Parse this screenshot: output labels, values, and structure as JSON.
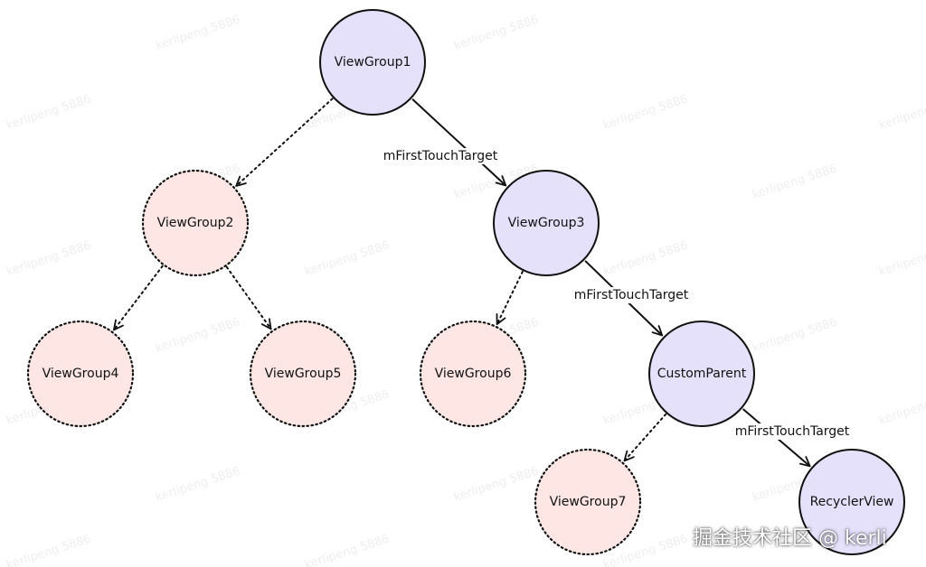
{
  "colors": {
    "active_fill": "#e6e1fb",
    "inactive_fill": "#fde6e3",
    "stroke": "#111111"
  },
  "nodes": [
    {
      "id": "vg1",
      "label": "ViewGroup1",
      "state": "active"
    },
    {
      "id": "vg2",
      "label": "ViewGroup2",
      "state": "inactive"
    },
    {
      "id": "vg3",
      "label": "ViewGroup3",
      "state": "active"
    },
    {
      "id": "vg4",
      "label": "ViewGroup4",
      "state": "inactive"
    },
    {
      "id": "vg5",
      "label": "ViewGroup5",
      "state": "inactive"
    },
    {
      "id": "vg6",
      "label": "ViewGroup6",
      "state": "inactive"
    },
    {
      "id": "cp",
      "label": "CustomParent",
      "state": "active"
    },
    {
      "id": "vg7",
      "label": "ViewGroup7",
      "state": "inactive"
    },
    {
      "id": "rv",
      "label": "RecyclerView",
      "state": "active"
    }
  ],
  "edges": [
    {
      "from": "vg1",
      "to": "vg2",
      "style": "dotted",
      "label": ""
    },
    {
      "from": "vg1",
      "to": "vg3",
      "style": "solid",
      "label": "mFirstTouchTarget"
    },
    {
      "from": "vg2",
      "to": "vg4",
      "style": "dotted",
      "label": ""
    },
    {
      "from": "vg2",
      "to": "vg5",
      "style": "dotted",
      "label": ""
    },
    {
      "from": "vg3",
      "to": "vg6",
      "style": "dotted",
      "label": ""
    },
    {
      "from": "vg3",
      "to": "cp",
      "style": "solid",
      "label": "mFirstTouchTarget"
    },
    {
      "from": "cp",
      "to": "vg7",
      "style": "dotted",
      "label": ""
    },
    {
      "from": "cp",
      "to": "rv",
      "style": "solid",
      "label": "mFirstTouchTarget"
    }
  ],
  "watermark": "kerlipeng 5886",
  "credit": "掘金技术社区 @ kerli"
}
